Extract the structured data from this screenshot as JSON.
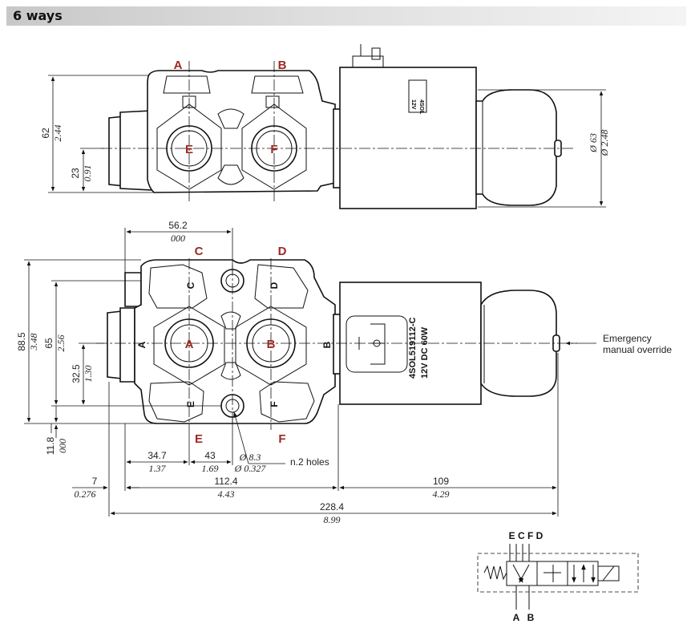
{
  "title": "6 ways",
  "ports": {
    "top_view": {
      "a": "A",
      "b": "B",
      "e": "E",
      "f": "F"
    },
    "front_view": {
      "c": "C",
      "d": "D",
      "a": "A",
      "b": "B",
      "e": "E",
      "f": "F"
    },
    "body_letters": {
      "c": "C",
      "d": "D",
      "a": "A",
      "b": "B",
      "e": "E",
      "f": "F"
    }
  },
  "top_dims": {
    "height_mm": "62",
    "height_in": "2.44",
    "center_mm": "23",
    "center_in": "0.91",
    "coil_dia_mm": "Ø 63",
    "coil_dia_in": "Ø 2.48",
    "coil_label_1": "4SOL",
    "coil_label_2": "12V"
  },
  "front_dims": {
    "width_cd_mm": "56.2",
    "width_cd_in": "000",
    "h_total_mm": "88.5",
    "h_total_in": "3.48",
    "h_mid_mm": "65",
    "h_mid_in": "2.56",
    "h_center_mm": "32.5",
    "h_center_in": "1.30",
    "h_base_mm": "11.8",
    "h_base_in": "000",
    "x_ae_mm": "34.7",
    "x_ae_in": "1.37",
    "x_ef_mm": "43",
    "x_ef_in": "1.69",
    "hole_mm": "Ø 8.3",
    "hole_in": "Ø 0.327",
    "holes_note": "n.2 holes",
    "off_mm": "7",
    "off_in": "0.276",
    "body_mm": "112.4",
    "body_in": "4.43",
    "coil_mm": "109",
    "coil_in": "4.29",
    "total_mm": "228.4",
    "total_in": "8.99",
    "coil_text_1": "4SOL519112-C",
    "coil_text_2": "12V DC 60W",
    "override_1": "Emergency",
    "override_2": "manual override"
  },
  "schematic": {
    "top_ports": "E C F D",
    "bottom_a": "A",
    "bottom_b": "B"
  }
}
